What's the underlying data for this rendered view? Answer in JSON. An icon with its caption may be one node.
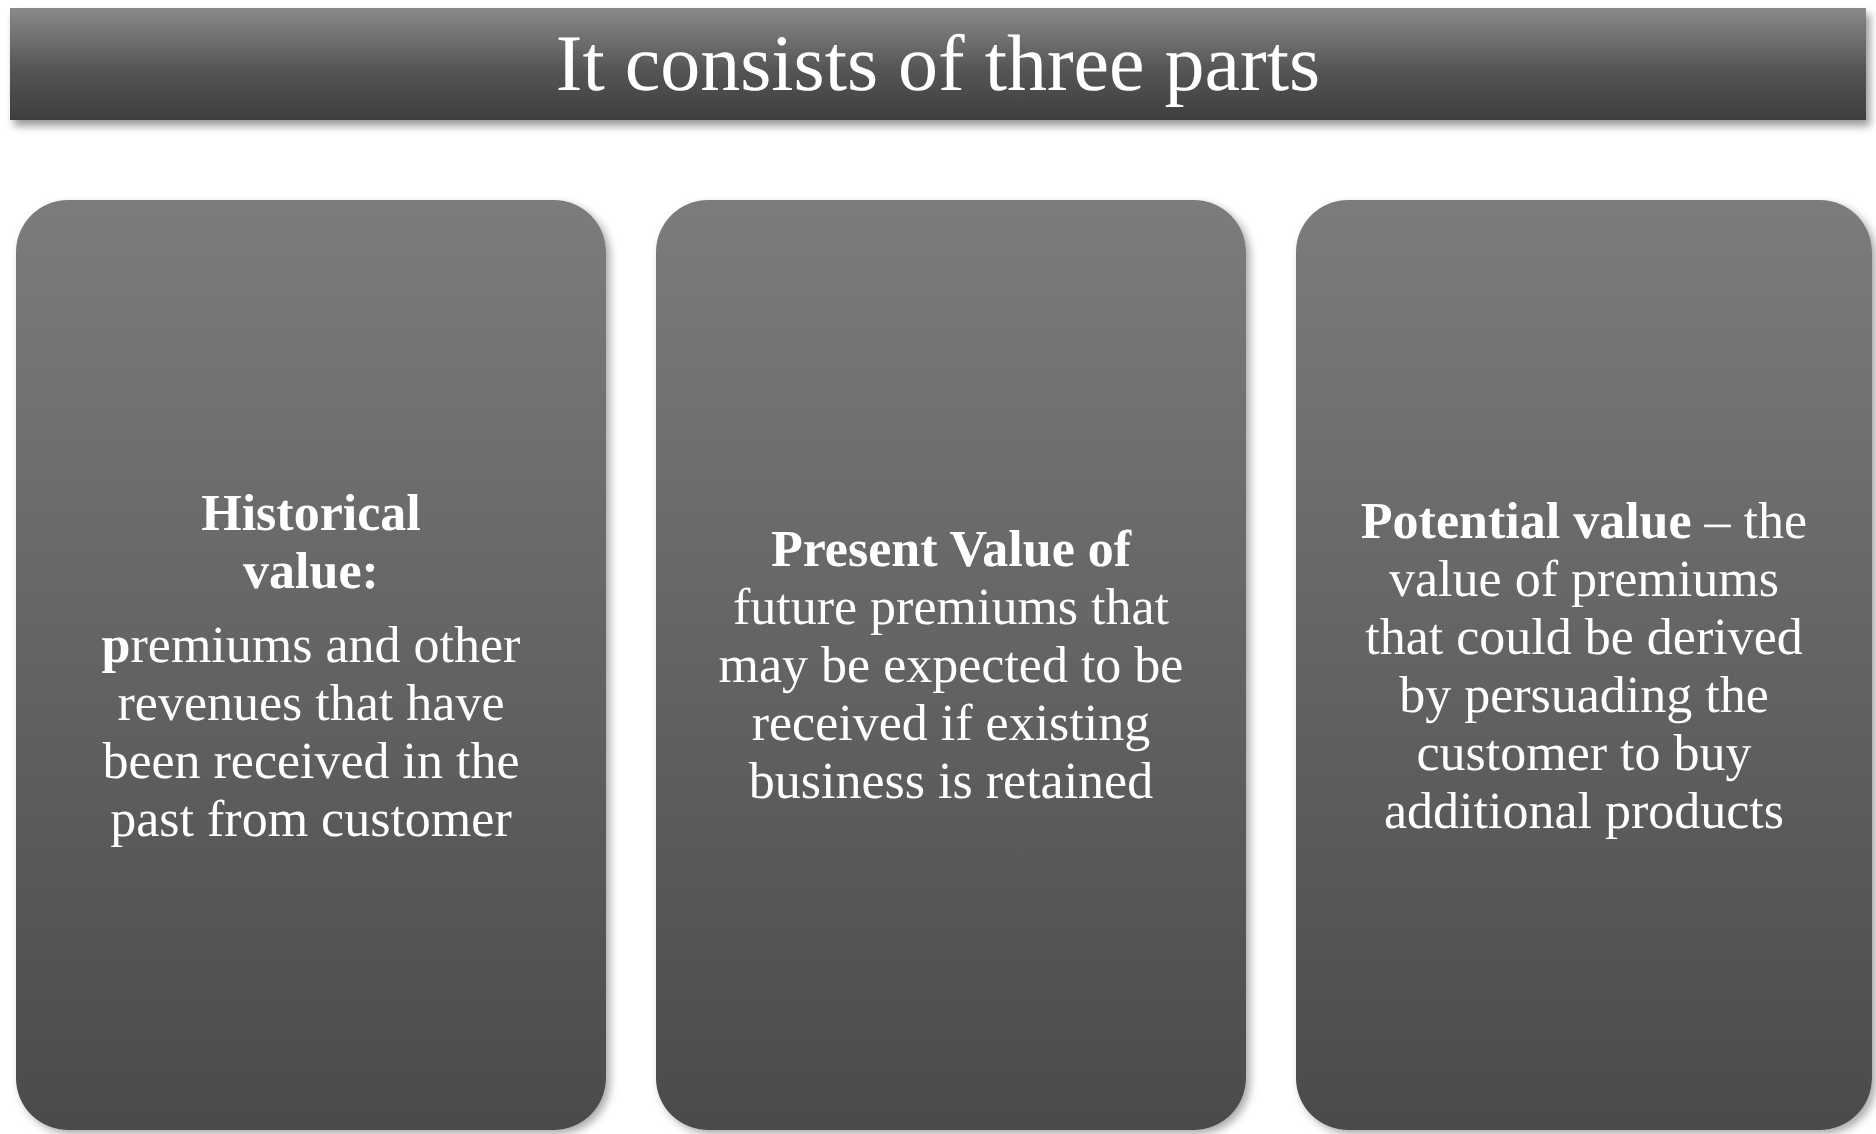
{
  "diagram": {
    "title": "It consists of three parts",
    "nodes": [
      {
        "text": [
          "Historical value:",
          "**p**remiums and other revenues that have been received in the past from customer"
        ]
      },
      {
        "text": [
          "**Present Value of** future premiums that may be expected to be received if existing business is retained"
        ]
      },
      {
        "text": [
          "**Potential value** – the value of premiums  that could be derived by persuading the customer to buy additional products"
        ]
      }
    ]
  }
}
